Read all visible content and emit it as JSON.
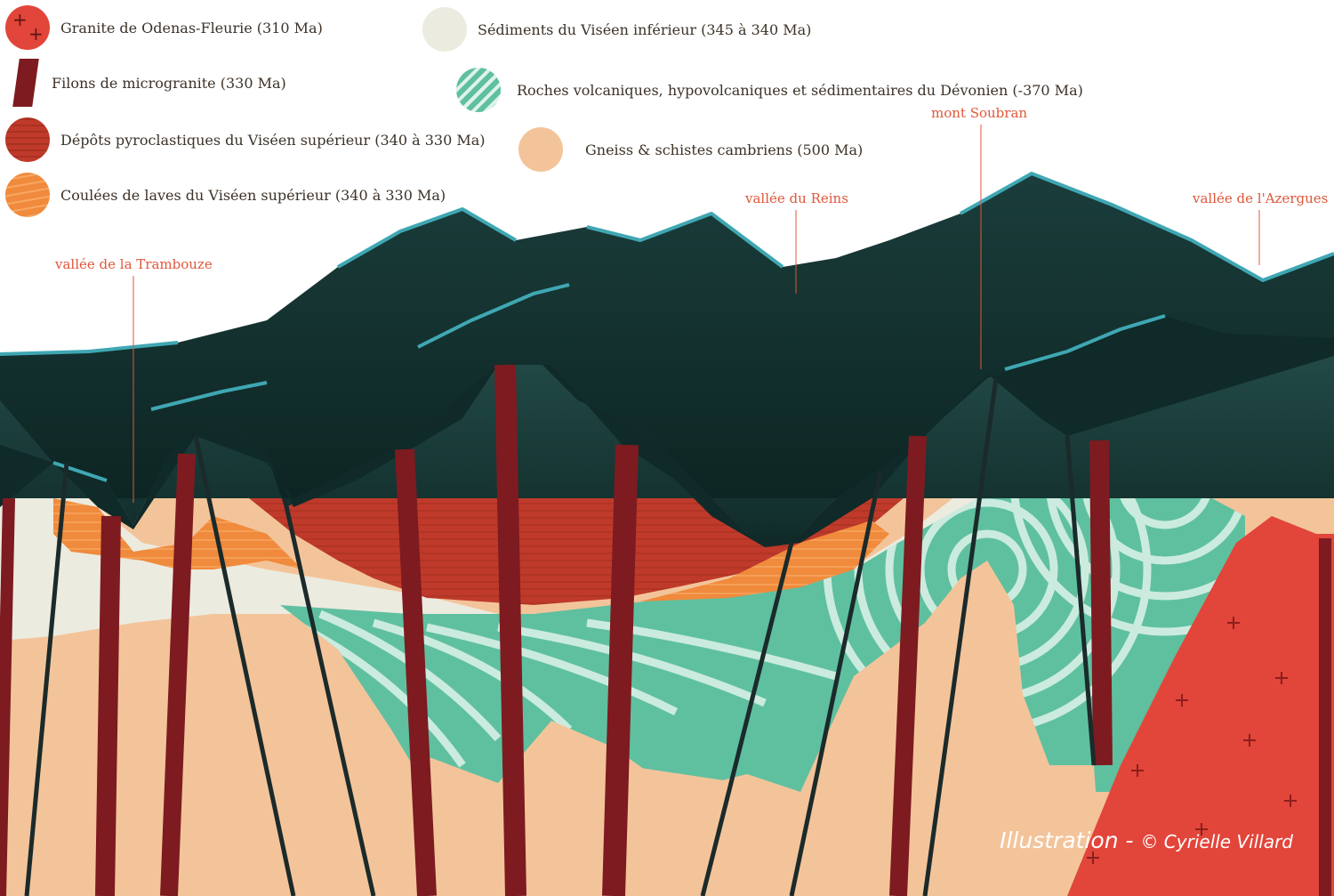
{
  "legend": [
    {
      "label": "Granite de Odenas-Fleurie (310 Ma)",
      "color": "#e2453a",
      "icon": "granite-swatch"
    },
    {
      "label": "Filons de microgranite (330 Ma)",
      "color": "#7d1b20",
      "icon": "dike-swatch"
    },
    {
      "label": "Dépôts pyroclastiques du Viséen supérieur (340 à 330 Ma)",
      "color": "#c0392b",
      "icon": "pyroclastic-swatch"
    },
    {
      "label": "Coulées de laves du Viséen supérieur (340 à 330 Ma)",
      "color": "#f0843a",
      "icon": "lava-swatch"
    },
    {
      "label": "Sédiments du Viséen inférieur (345 à 340 Ma)",
      "color": "#ecebdf",
      "icon": "sediment-swatch"
    },
    {
      "label": "Roches volcaniques, hypovolcaniques et sédimentaires du Dévonien (-370 Ma)",
      "color": "#5fc0a0",
      "icon": "devonian-swatch"
    },
    {
      "label": "Gneiss & schistes cambriens (500 Ma)",
      "color": "#f3c49a",
      "icon": "gneiss-swatch"
    }
  ],
  "places": {
    "trambouze": "vallée de la Trambouze",
    "reins": "vallée du Reins",
    "soubran": "mont Soubran",
    "azergues": "vallée de l'Azergues"
  },
  "credit": {
    "prefix": "Illustration - ",
    "author": "© Cyrielle Villard"
  },
  "colors": {
    "mountain_dark": "#0f2a28",
    "mountain_light": "#1c4442",
    "ridge_highlight": "#3fa7b3",
    "label_accent": "#e0573a"
  }
}
